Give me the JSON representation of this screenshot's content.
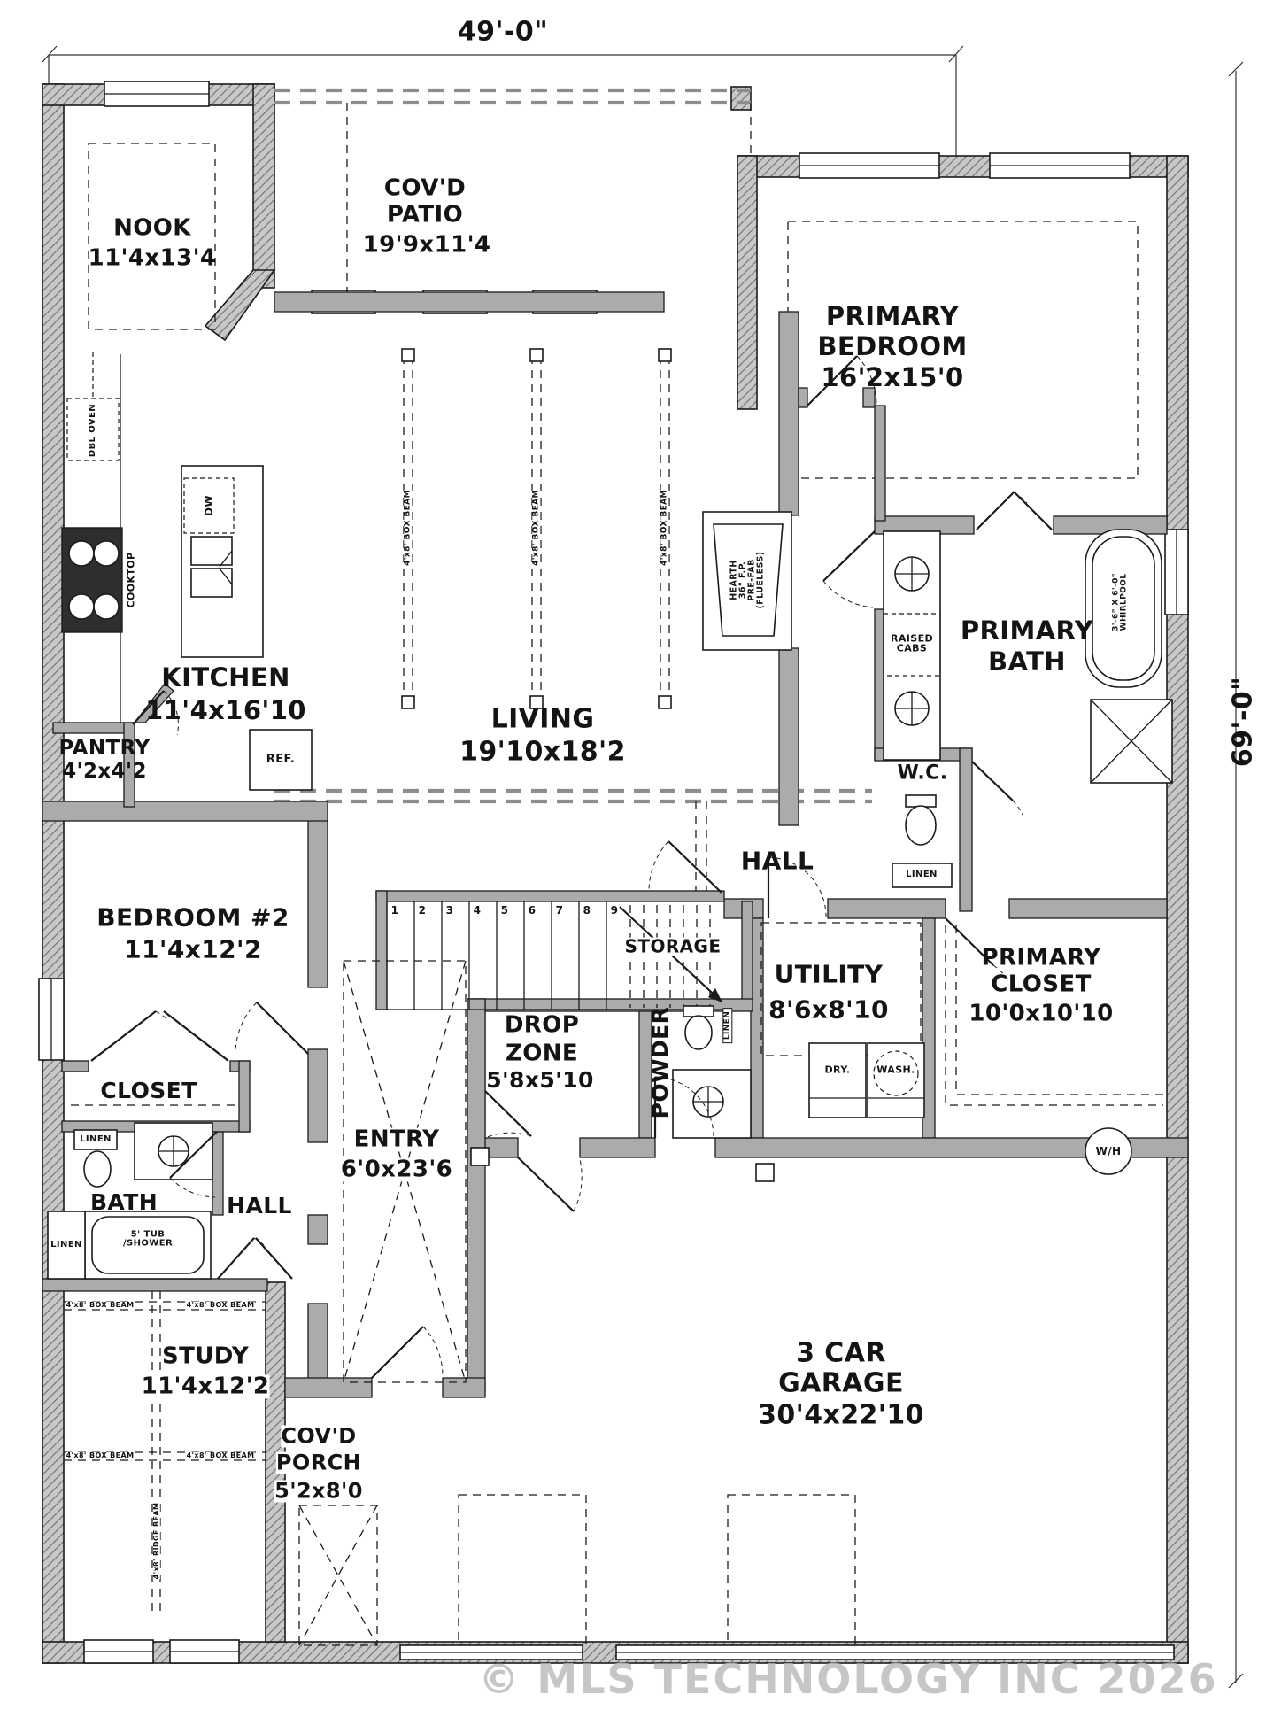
{
  "watermark": "© MLS TECHNOLOGY INC 2026",
  "colors": {
    "wall": "#ababab",
    "exterior_wall": "#c8c8c8",
    "line": "#1b1b1b",
    "watermark": "#bdbdbd"
  },
  "dimensions": {
    "overall_width": "49'-0\"",
    "overall_height": "69'-0\""
  },
  "labels": {
    "nook": "NOOK",
    "nook_size": "11'4x13'4",
    "patio1": "COV'D",
    "patio2": "PATIO",
    "patio_size": "19'9x11'4",
    "primary_bedroom1": "PRIMARY",
    "primary_bedroom2": "BEDROOM",
    "primary_bedroom_size": "16'2x15'0",
    "kitchen": "KITCHEN",
    "kitchen_size": "11'4x16'10",
    "pantry": "PANTRY",
    "pantry_size": "4'2x4'2",
    "living": "LIVING",
    "living_size": "19'10x18'2",
    "primary_bath1": "PRIMARY",
    "primary_bath2": "BATH",
    "wc": "W.C.",
    "hall_primary": "HALL",
    "bedroom2": "BEDROOM #2",
    "bedroom2_size": "11'4x12'2",
    "storage": "STORAGE",
    "utility": "UTILITY",
    "utility_size": "8'6x8'10",
    "primary_closet1": "PRIMARY",
    "primary_closet2": "CLOSET",
    "primary_closet_size": "10'0x10'10",
    "drop_zone1": "DROP",
    "drop_zone2": "ZONE",
    "drop_zone_size": "5'8x5'10",
    "powder": "POWDER",
    "closet2": "CLOSET",
    "bath2": "BATH",
    "hall2": "HALL",
    "entry": "ENTRY",
    "entry_size": "6'0x23'6",
    "study": "STUDY",
    "study_size": "11'4x12'2",
    "porch1": "COV'D",
    "porch2": "PORCH",
    "porch_size": "5'2x8'0",
    "garage1": "3 CAR",
    "garage2": "GARAGE",
    "garage_size": "30'4x22'10"
  },
  "fixtures": {
    "ref": "REF.",
    "dw": "DW",
    "cooktop": "COOKTOP",
    "oven": "DBL OVEN",
    "hearth1": "HEARTH",
    "hearth2": "36\" F.P.",
    "hearth3": "PRE-FAB",
    "hearth4": "(FLUELESS)",
    "raised_cabs": "RAISED CABS",
    "whirlpool1": "3'-6\" X 6'-0\"",
    "whirlpool2": "WHIRLPOOL",
    "linen_wc": "LINEN",
    "linen_powder": "LINEN",
    "linen_bath": "LINEN",
    "linen_tub": "LINEN",
    "dry": "DRY.",
    "wash": "WASH.",
    "wh": "W/H",
    "tub1": "5' TUB",
    "tub2": "/SHOWER",
    "beam_box": "4'x8' BOX BEAM",
    "beam_ridge": "4'x8' RIDGE BEAM"
  },
  "stairs": [
    "1",
    "2",
    "3",
    "4",
    "5",
    "6",
    "7",
    "8",
    "9"
  ]
}
